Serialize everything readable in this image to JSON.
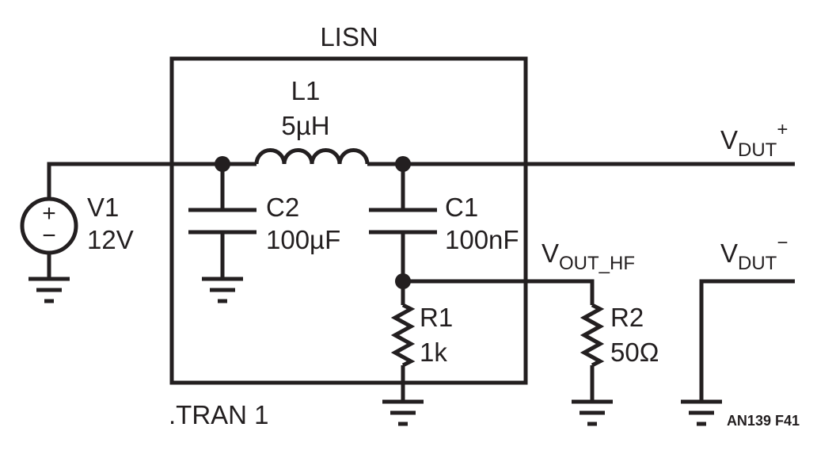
{
  "block": {
    "title": "LISN"
  },
  "sim_directive": ".TRAN 1",
  "figure_id": "AN139 F41",
  "components": {
    "v1": {
      "ref": "V1",
      "value": "12V",
      "plus": "+",
      "minus": "−"
    },
    "l1": {
      "ref": "L1",
      "value": "5µH"
    },
    "c2": {
      "ref": "C2",
      "value": "100µF"
    },
    "c1": {
      "ref": "C1",
      "value": "100nF"
    },
    "r1": {
      "ref": "R1",
      "value": "1k"
    },
    "r2": {
      "ref": "R2",
      "value": "50Ω"
    }
  },
  "nets": {
    "vdut_plus": {
      "main": "V",
      "subscript": "DUT",
      "superscript": "+"
    },
    "vdut_minus": {
      "main": "V",
      "subscript": "DUT",
      "superscript": "−"
    },
    "vout_hf": {
      "main": "V",
      "subscript": "OUT_HF"
    }
  }
}
